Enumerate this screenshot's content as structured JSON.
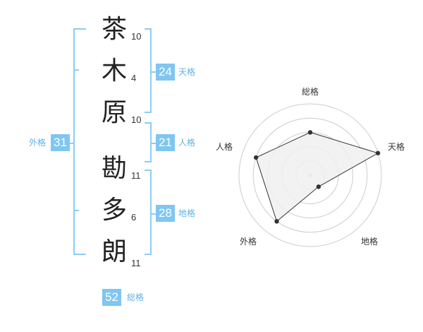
{
  "name": {
    "characters": [
      {
        "char": "茶",
        "strokes": "10"
      },
      {
        "char": "木",
        "strokes": "4"
      },
      {
        "char": "原",
        "strokes": "10"
      },
      {
        "char": "勘",
        "strokes": "11"
      },
      {
        "char": "多",
        "strokes": "6"
      },
      {
        "char": "朗",
        "strokes": "11"
      }
    ]
  },
  "fortunes": {
    "tenkaku": {
      "value": "24",
      "label": "天格"
    },
    "jinkaku": {
      "value": "21",
      "label": "人格"
    },
    "chikaku": {
      "value": "28",
      "label": "地格"
    },
    "gaikaku": {
      "value": "31",
      "label": "外格"
    },
    "soukaku": {
      "value": "52",
      "label": "総格"
    }
  },
  "chart_data": {
    "type": "radar",
    "axes": [
      "総格",
      "天格",
      "地格",
      "外格",
      "人格"
    ],
    "values": [
      3,
      5,
      1,
      4,
      4
    ],
    "max": 5,
    "colors": {
      "fill": "#f0f0f0",
      "stroke": "#333333",
      "grid": "#cccccc",
      "accent": "#7fc6f2"
    }
  }
}
